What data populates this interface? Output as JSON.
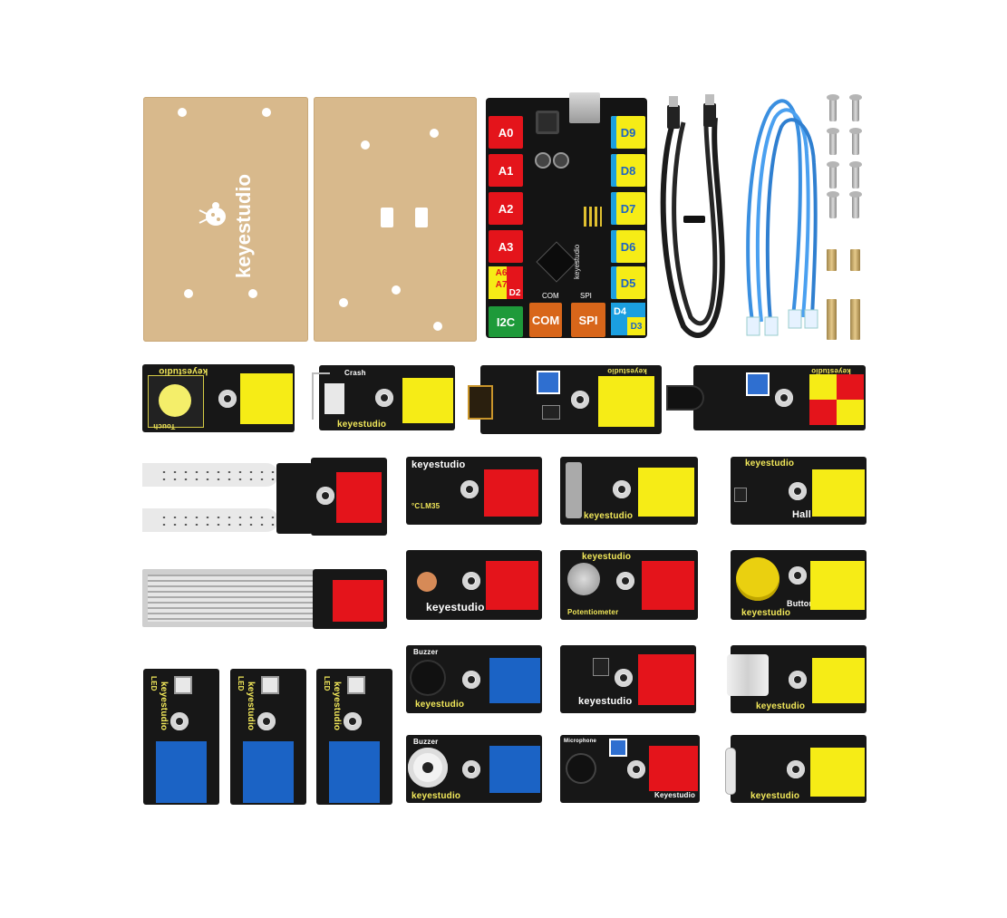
{
  "plate_left": {
    "brand": "keyestudio"
  },
  "controller": {
    "brand": "keyestudio",
    "ports_left": [
      "A0",
      "A1",
      "A2",
      "A3"
    ],
    "port_a6a7": [
      "A6",
      "A7"
    ],
    "port_d2": "D2",
    "ports_right": [
      "D9",
      "D8",
      "D7",
      "D6",
      "D5",
      "D4"
    ],
    "port_d3": "D3",
    "ports_bottom": [
      "I2C",
      "COM",
      "SPI"
    ],
    "silk_com": "COM",
    "silk_spi": "SPI"
  },
  "modules_row1": {
    "touch": {
      "brand": "keyestudio",
      "label": "Touch"
    },
    "crash": {
      "label": "Crash",
      "brand": "keyestudio"
    },
    "brand3": "keyestudio",
    "brand4": "keyestudio"
  },
  "modules": {
    "temp": {
      "brand": "keyestudio",
      "part": "LM35",
      "unit": "°C"
    },
    "pot_small": {
      "brand": "keyestudio"
    },
    "hall": {
      "brand": "keyestudio",
      "label": "Hall"
    },
    "photo": {
      "brand": "keyestudio"
    },
    "potentiometer": {
      "brand": "keyestudio",
      "label": "Potentiometer"
    },
    "button": {
      "brand": "keyestudio",
      "label": "Button"
    },
    "buzzer_active": {
      "label": "Buzzer",
      "brand": "keyestudio"
    },
    "ir_rx": {
      "brand": "keyestudio"
    },
    "tilt": {
      "brand": "keyestudio"
    },
    "buzzer_passive": {
      "label": "Buzzer",
      "brand": "keyestudio"
    },
    "microphone": {
      "label": "Microphone",
      "brand": "Keyestudio"
    },
    "reed": {
      "brand": "keyestudio"
    },
    "led": {
      "label": "LED",
      "brand": "keyestudio"
    }
  },
  "colors": {
    "red": "#e4141b",
    "yellow": "#f6ec16",
    "blue": "#1b63c5",
    "green": "#1e9a3a",
    "orange": "#d8661a"
  }
}
